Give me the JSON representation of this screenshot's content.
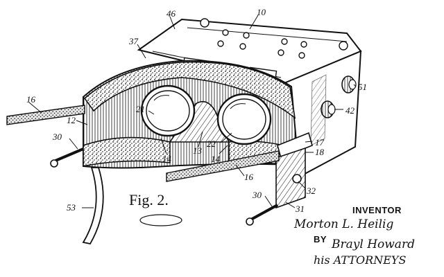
{
  "figure": {
    "label": "Fig. 2.",
    "ink_color": "#111111",
    "paper_color": "#ffffff",
    "reference_numerals": [
      "46",
      "10",
      "37",
      "16",
      "12",
      "21",
      "30",
      "13",
      "22",
      "14",
      "14",
      "51",
      "42",
      "17",
      "18",
      "16",
      "32",
      "30",
      "31",
      "53"
    ]
  },
  "signature_block": {
    "inventor_label": "INVENTOR",
    "inventor_signature": "Morton L. Heilig",
    "by_label": "BY",
    "attorney_signature": "Brayl Howard",
    "attorneys_label": "his ATTORNEYS"
  }
}
